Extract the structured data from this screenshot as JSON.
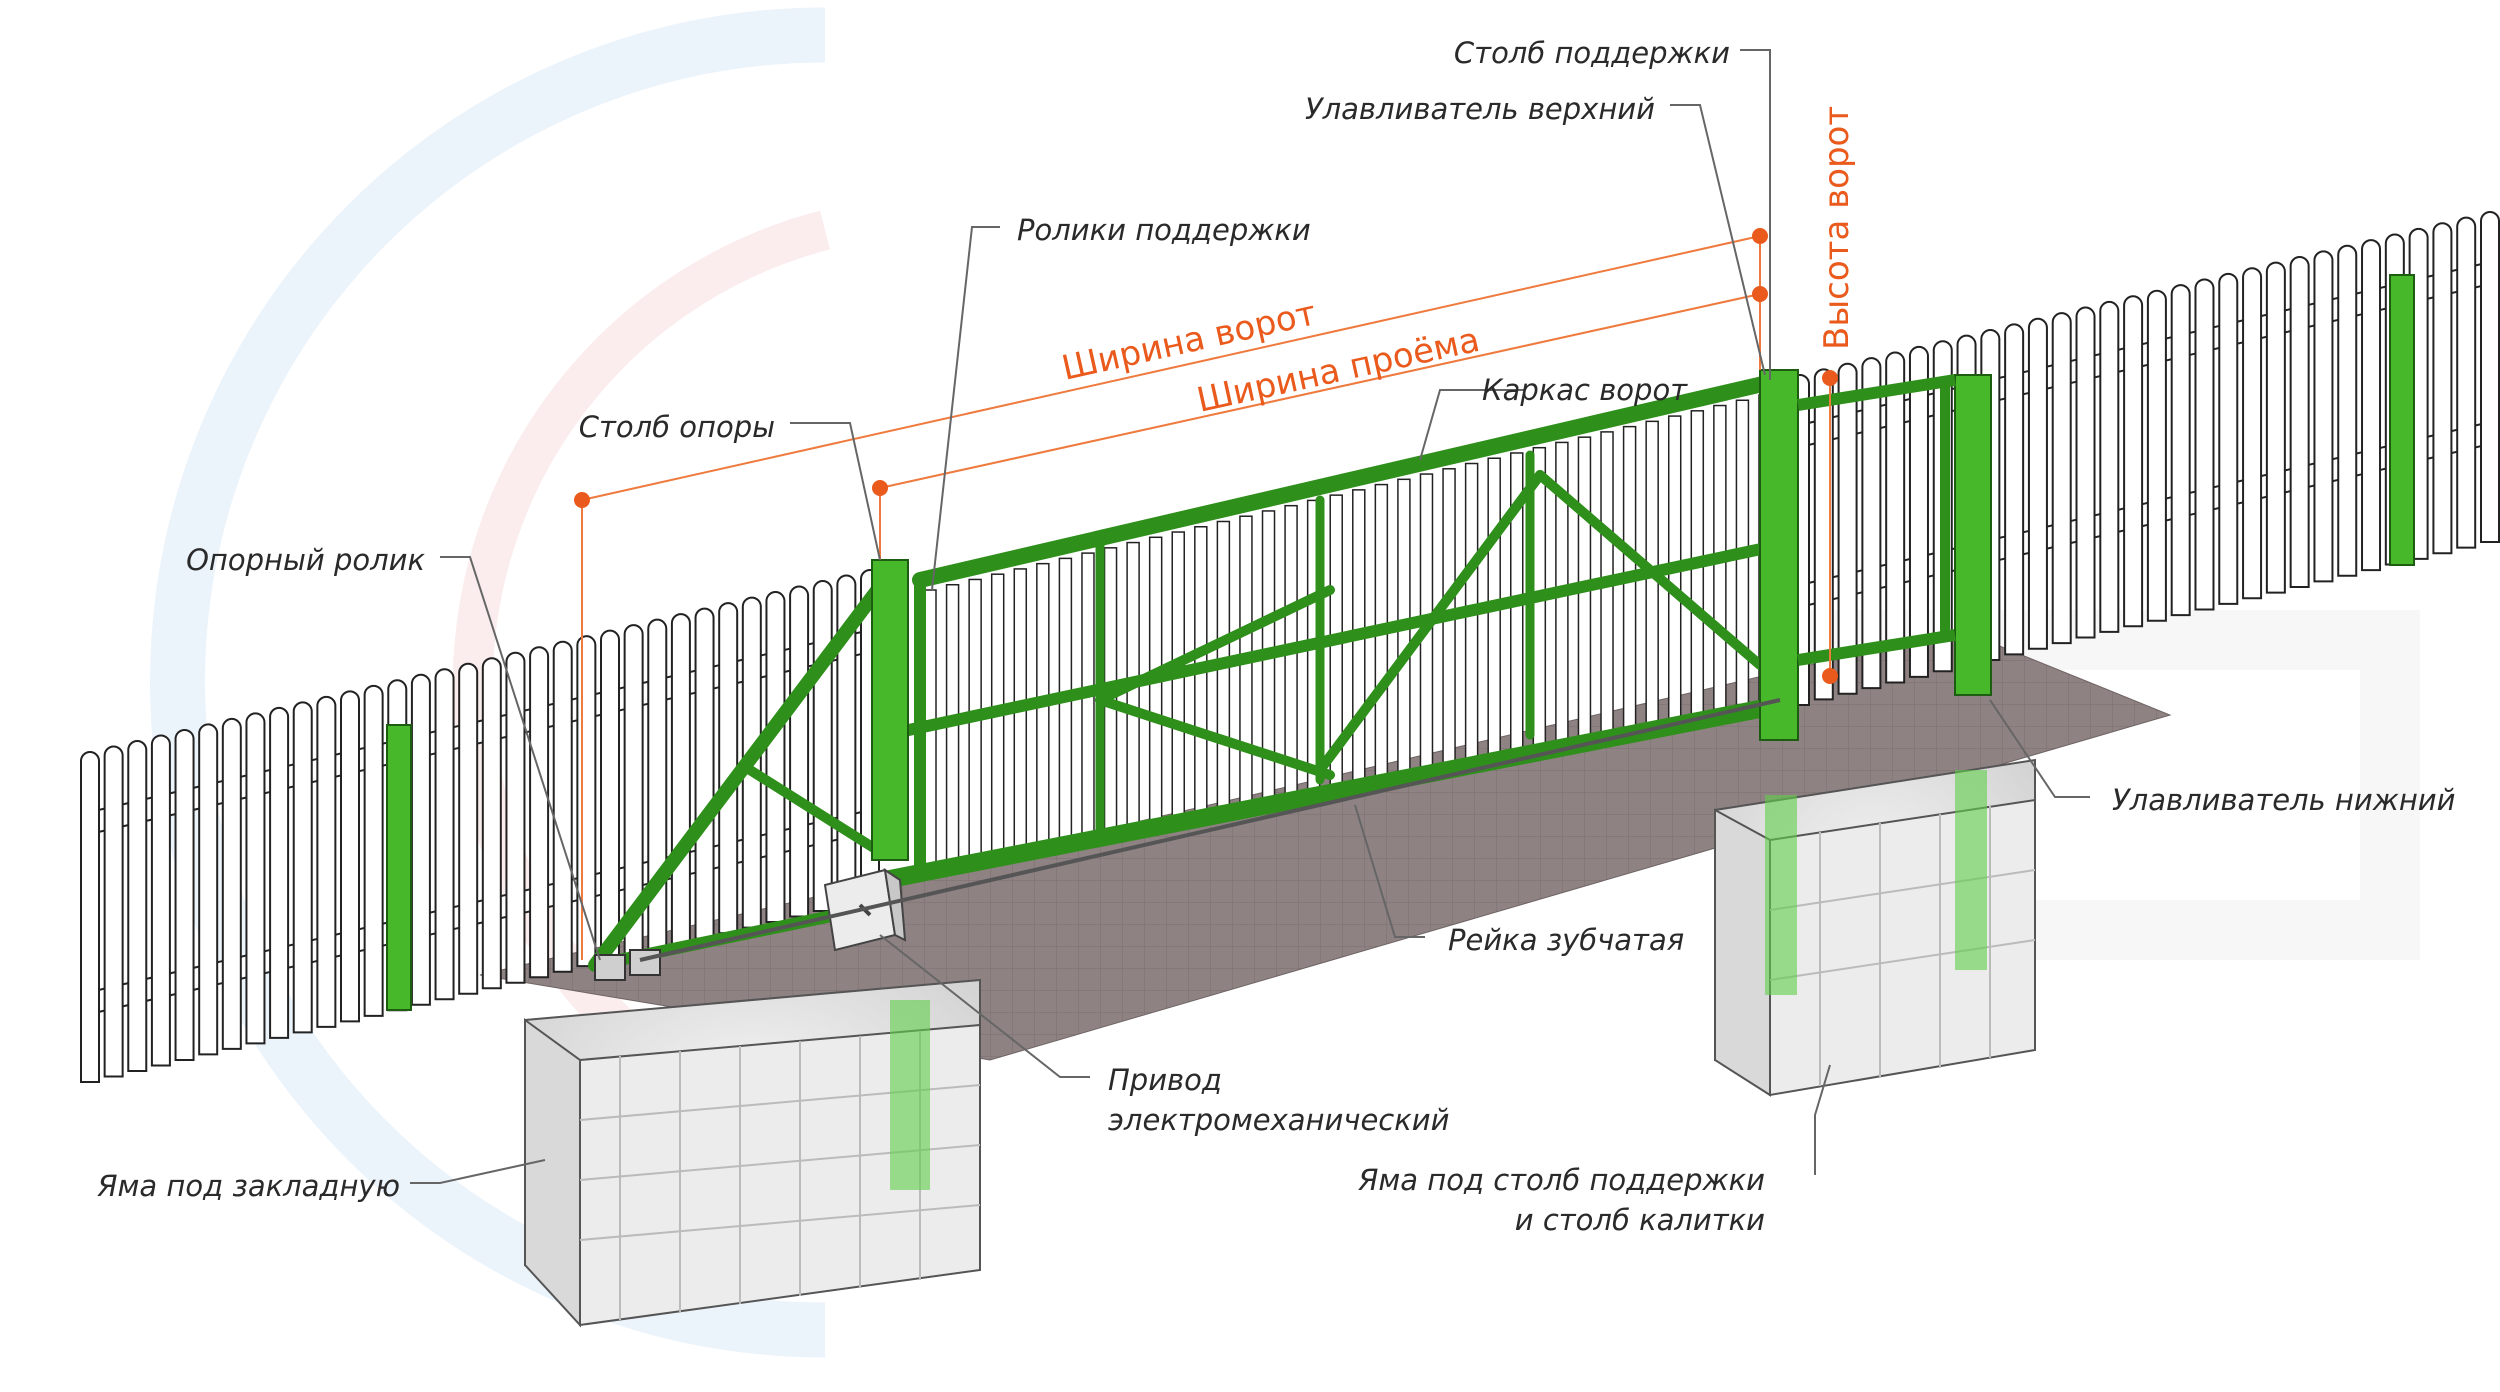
{
  "labels": {
    "stolb_podderzhki": "Столб поддержки",
    "ulavlivatel_verhniy": "Улавливатель верхний",
    "roliki_podderzhki": "Ролики поддержки",
    "stolb_opory": "Столб опоры",
    "karkas_vorot": "Каркас ворот",
    "opornyy_rolik": "Опорный ролик",
    "ulavlivatel_nizhniy": "Улавливатель нижний",
    "reyka_zubchataya": "Рейка зубчатая",
    "privod_line1": "Привод",
    "privod_line2": "электромеханический",
    "yama_zakladnaya": "Яма под закладную",
    "yama_stolb_line1": "Яма под столб поддержки",
    "yama_stolb_line2": "и столб калитки"
  },
  "dimensions": {
    "shirina_vorot": "Ширина ворот",
    "shirina_proema": "Ширина проёма",
    "vysota_vorot": "Высота ворот"
  },
  "colors": {
    "frame_green": "#46b82a",
    "dimension_orange": "#ea5a1c",
    "concrete": "#e4e4e4",
    "ground": "#8e8282"
  }
}
